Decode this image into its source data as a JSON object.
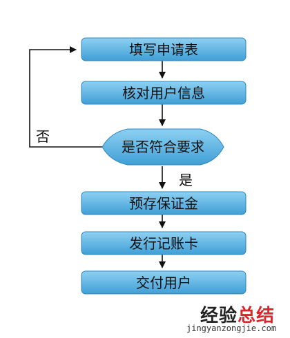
{
  "colors": {
    "box_fill_top": "#8ed0f2",
    "box_fill_bottom": "#3f9fd6",
    "box_stroke": "#2e86bf",
    "arrow": "#111111",
    "watermark_dark": "#222222",
    "watermark_red": "#d8262d"
  },
  "steps": {
    "fill_form": "填写申请表",
    "verify_info": "核对用户信息",
    "deposit": "预存保证金",
    "issue_card": "发行记账卡",
    "deliver": "交付用户"
  },
  "decision": {
    "label": "是否符合要求",
    "yes_label": "是",
    "no_label": "否"
  },
  "watermark": {
    "part1": "经验",
    "part2": "总结",
    "url": "jingyanzongjie.com"
  }
}
